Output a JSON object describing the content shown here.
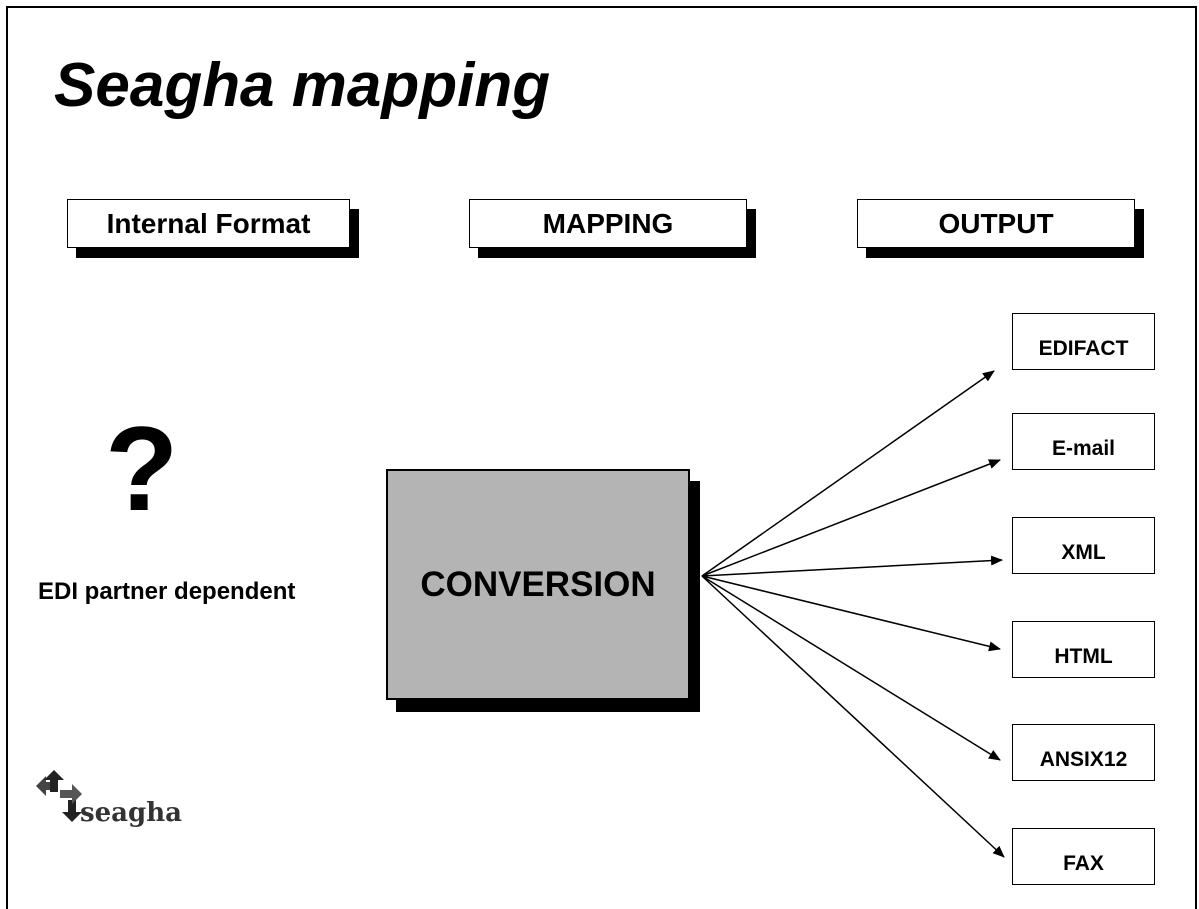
{
  "title": "Seagha mapping",
  "headers": {
    "internal": "Internal Format",
    "mapping": "MAPPING",
    "output": "OUTPUT"
  },
  "question_mark": "?",
  "edi_label": "EDI partner dependent",
  "conversion_label": "CONVERSION",
  "outputs": [
    "EDIFACT",
    "E-mail",
    "XML",
    "HTML",
    "ANSIX12",
    "FAX"
  ],
  "logo": {
    "text": "seagha",
    "icon": "seagha-arrows-logo-icon"
  },
  "colors": {
    "conversion_fill": "#b4b4b4",
    "shadow": "#000000",
    "background": "#ffffff"
  }
}
